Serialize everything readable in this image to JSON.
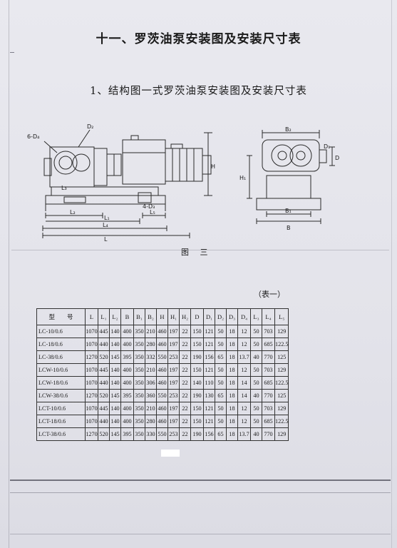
{
  "heading": "十一、罗茨油泵安装图及安装尺寸表",
  "subheading": "1、结构图一式罗茨油泵安装图及安装尺寸表",
  "figure_caption": "图 三",
  "table_label": "（表一）",
  "figure_labels": {
    "bolts": "6-D₄",
    "d2": "D₂",
    "h": "H",
    "l3": "L₃",
    "d3": "4-D₃",
    "l2": "L₂",
    "l1": "L₁",
    "l5": "L₅",
    "l4": "L₄",
    "l": "L",
    "b2": "B₂",
    "h1": "H₁",
    "d1": "D₁",
    "d": "D",
    "b1": "B₁",
    "b": "B"
  },
  "table": {
    "columns": [
      "型　　号",
      "L",
      "L₁",
      "L₂",
      "B",
      "B₁",
      "B₂",
      "H",
      "H₁",
      "H₂",
      "D",
      "D₁",
      "D₂",
      "D₃",
      "D₄",
      "L₃",
      "L₄",
      "L₅"
    ],
    "rows": [
      [
        "LC-10/0.6",
        "1070",
        "445",
        "140",
        "400",
        "350",
        "210",
        "460",
        "197",
        "22",
        "150",
        "121",
        "50",
        "18",
        "12",
        "50",
        "703",
        "129"
      ],
      [
        "LC-18/0.6",
        "1070",
        "440",
        "140",
        "400",
        "350",
        "280",
        "460",
        "197",
        "22",
        "150",
        "121",
        "50",
        "18",
        "12",
        "50",
        "685",
        "122.5"
      ],
      [
        "LC-38/0.6",
        "1270",
        "520",
        "145",
        "395",
        "350",
        "332",
        "550",
        "253",
        "22",
        "190",
        "156",
        "65",
        "18",
        "13.7",
        "40",
        "770",
        "125"
      ],
      [
        "LCW-10/0.6",
        "1070",
        "445",
        "140",
        "400",
        "350",
        "210",
        "460",
        "197",
        "22",
        "150",
        "121",
        "50",
        "18",
        "12",
        "50",
        "703",
        "129"
      ],
      [
        "LCW-18/0.6",
        "1070",
        "440",
        "140",
        "400",
        "350",
        "306",
        "460",
        "197",
        "22",
        "140",
        "110",
        "50",
        "18",
        "14",
        "50",
        "685",
        "122.5"
      ],
      [
        "LCW-38/0.6",
        "1270",
        "520",
        "145",
        "395",
        "350",
        "360",
        "550",
        "253",
        "22",
        "190",
        "130",
        "65",
        "18",
        "14",
        "40",
        "770",
        "125"
      ],
      [
        "LCT-10/0.6",
        "1070",
        "445",
        "140",
        "400",
        "350",
        "210",
        "460",
        "197",
        "22",
        "150",
        "121",
        "50",
        "18",
        "12",
        "50",
        "703",
        "129"
      ],
      [
        "LCT-18/0.6",
        "1070",
        "440",
        "140",
        "400",
        "350",
        "280",
        "460",
        "197",
        "22",
        "150",
        "121",
        "50",
        "18",
        "12",
        "50",
        "685",
        "122.5"
      ],
      [
        "LCT-38/0.6",
        "1270",
        "520",
        "145",
        "395",
        "350",
        "330",
        "550",
        "253",
        "22",
        "190",
        "156",
        "65",
        "18",
        "13.7",
        "40",
        "770",
        "129"
      ]
    ]
  }
}
